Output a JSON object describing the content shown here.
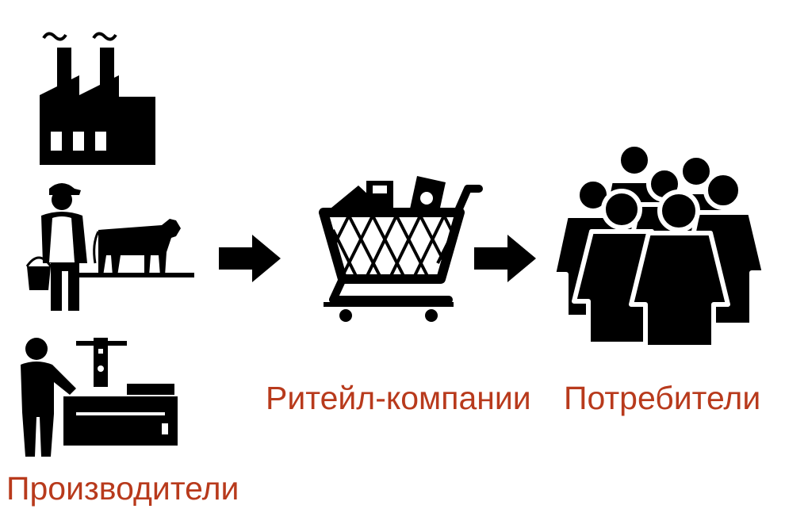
{
  "labels": {
    "producers": "Производители",
    "retail": "Ритейл-компании",
    "consumers": "Потребители"
  },
  "colors": {
    "label": "#b83a1c",
    "icon": "#000000",
    "background": "#ffffff"
  },
  "icons": {
    "factory": "factory-icon",
    "farmer": "farmer-icon",
    "cow": "cow-icon",
    "worker": "factory-worker-icon",
    "arrow_1": "arrow-right-icon",
    "cart": "shopping-cart-icon",
    "arrow_2": "arrow-right-icon",
    "crowd": "crowd-icon"
  }
}
